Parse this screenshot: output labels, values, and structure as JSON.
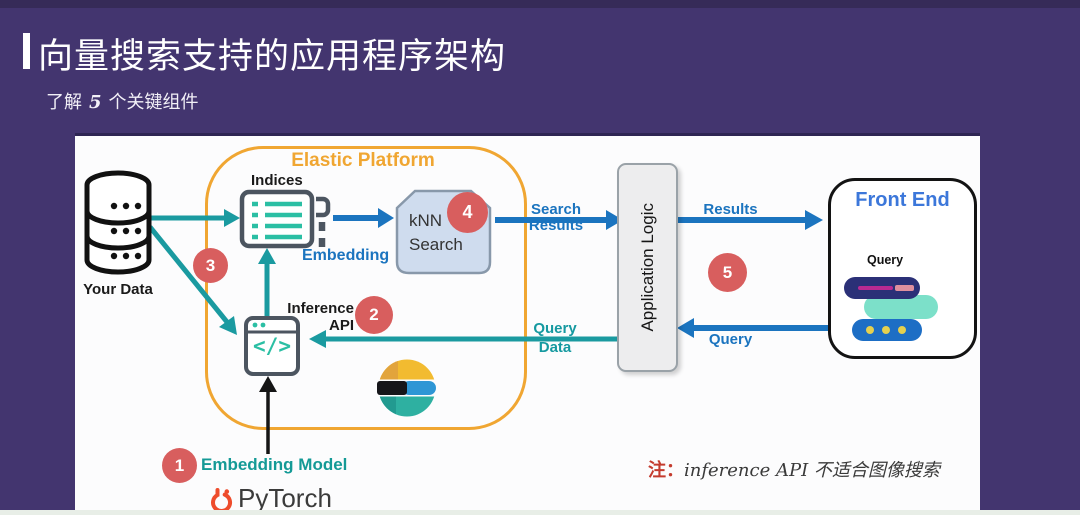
{
  "slide": {
    "title": "向量搜索支持的应用程序架构",
    "subtitle_pre": "了解",
    "subtitle_num": "5",
    "subtitle_post": "个关键组件",
    "note_prefix": "注：",
    "note_body": "inference API 不适合图像搜索"
  },
  "components": {
    "your_data": "Your Data",
    "elastic_platform": "Elastic Platform",
    "indices": "Indices",
    "embedding": "Embedding",
    "knn_line1": "kNN",
    "knn_line2": "Search",
    "inference_line1": "Inference",
    "inference_line2": "API",
    "code_glyph": "</>",
    "application_logic": "Application Logic",
    "front_end": "Front End",
    "front_end_query": "Query",
    "embedding_model": "Embedding Model",
    "pytorch": "PyTorch"
  },
  "flows": {
    "search_results_line1": "Search",
    "search_results_line2": "Results",
    "results": "Results",
    "query": "Query",
    "query_data_line1": "Query",
    "query_data_line2": "Data"
  },
  "badges": {
    "b1": "1",
    "b2": "2",
    "b3": "3",
    "b4": "4",
    "b5": "5"
  },
  "colors": {
    "background": "#43356F",
    "accent_orange": "#F0A632",
    "flow_blue": "#1B74BF",
    "flow_teal": "#1A9AA0",
    "badge_red": "#D85E5E",
    "knn_fill": "#CFDCEE",
    "front_end_blue": "#3C77DA",
    "pytorch_orange": "#EE4C2C",
    "note_red": "#C43B2E"
  }
}
